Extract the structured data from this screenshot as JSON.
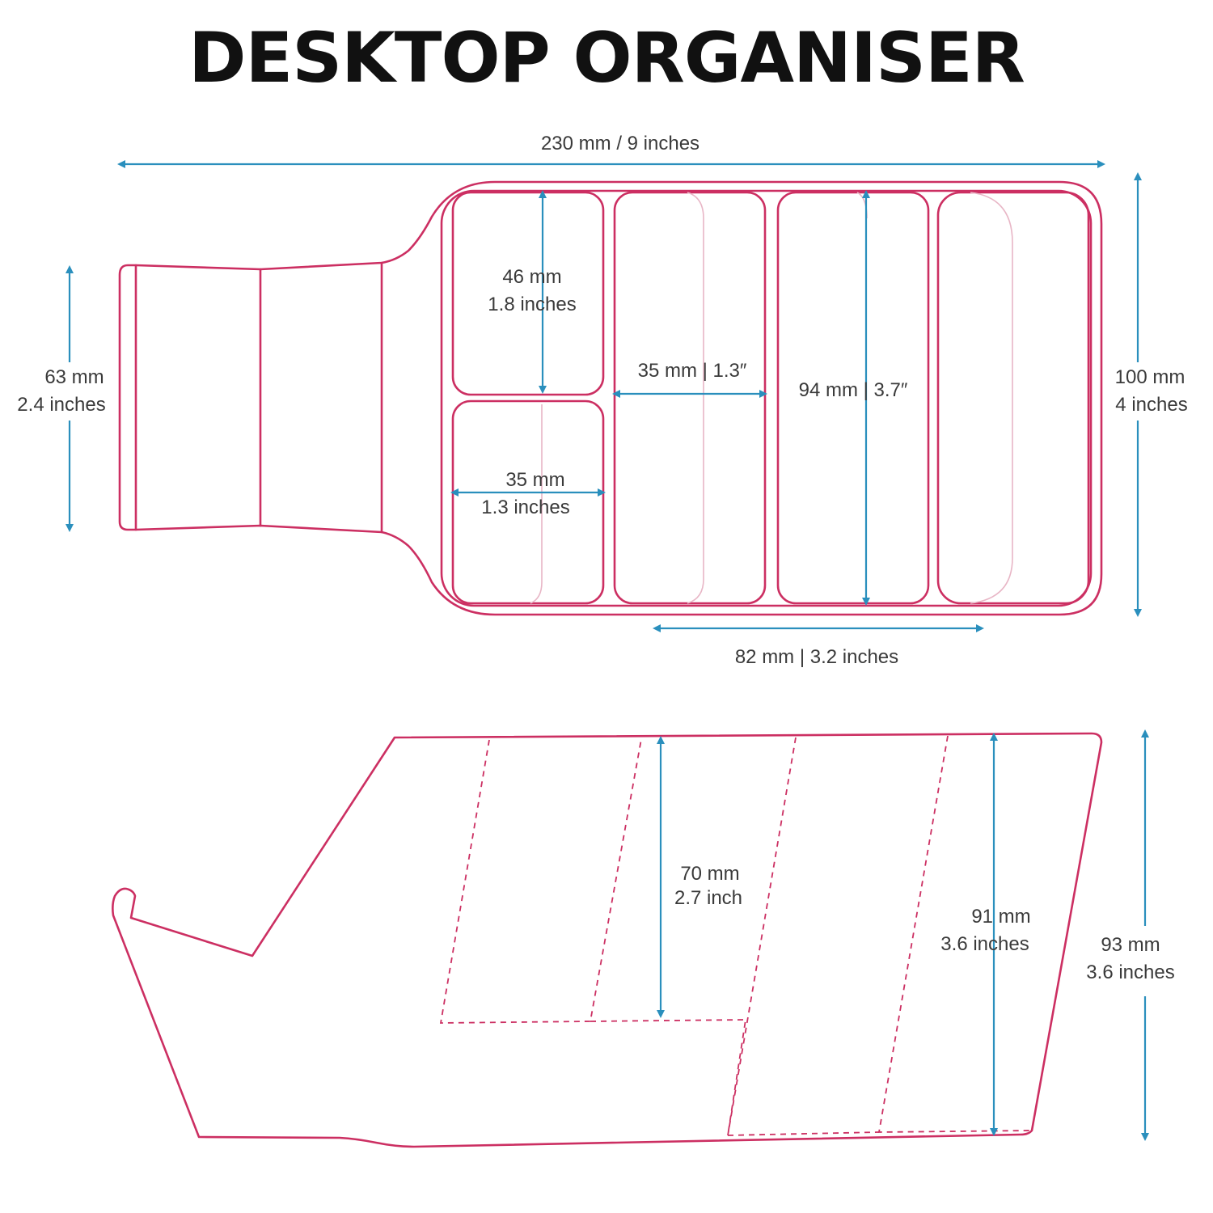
{
  "title": "DESKTOP ORGANISER",
  "colors": {
    "outline": "#cc2f62",
    "dimension": "#2a8fbd",
    "text": "#3a3a3a",
    "title": "#111111"
  },
  "dimensions": {
    "overall_length": "230 mm / 9 inches",
    "handle_height_mm": "63 mm",
    "handle_height_in": "2.4 inches",
    "total_height_mm": "100 mm",
    "total_height_in": "4 inches",
    "small_slot_height_mm": "46 mm",
    "small_slot_height_in": "1.8 inches",
    "small_slot_width_mm": "35 mm",
    "small_slot_width_in": "1.3 inches",
    "slot_width": "35 mm |  1.3″",
    "slot_length": "94 mm |  3.7″",
    "two_slots_width": "82 mm |  3.2 inches",
    "front_depth_mm": "70 mm",
    "front_depth_in": "2.7 inch",
    "rear_depth_mm": "91 mm",
    "rear_depth_in": "3.6 inches",
    "side_height_mm": "93 mm",
    "side_height_in": "3.6 inches"
  }
}
